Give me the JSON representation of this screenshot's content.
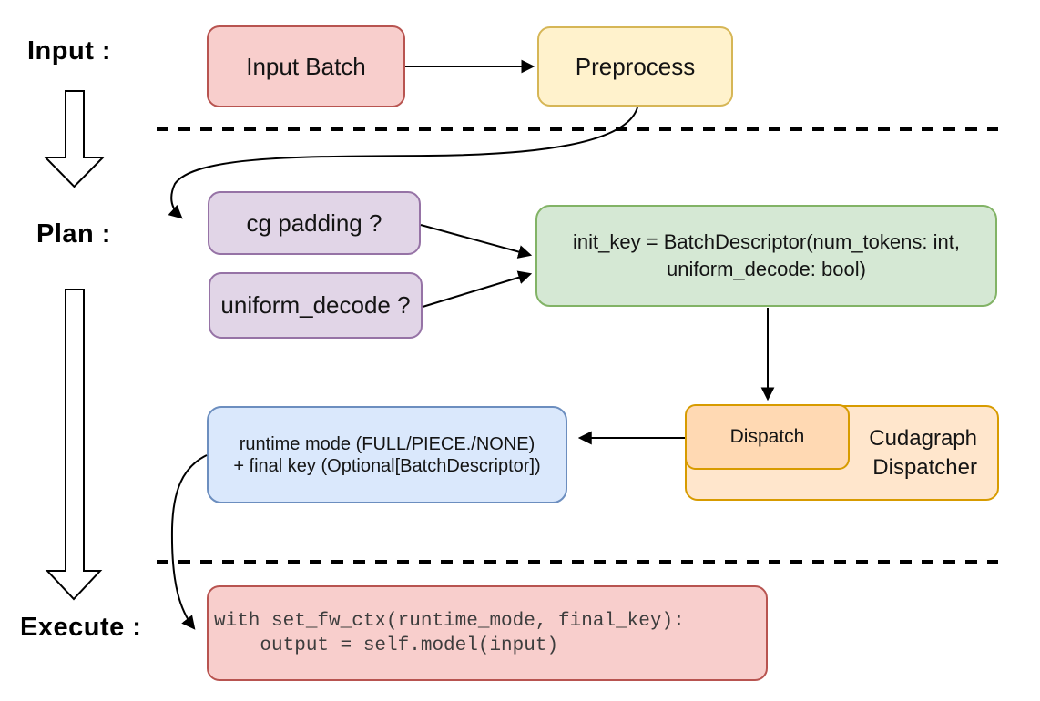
{
  "diagram": {
    "stages": {
      "input_label": "Input :",
      "plan_label": "Plan :",
      "execute_label": "Execute :"
    },
    "nodes": {
      "input_batch": {
        "label": "Input Batch",
        "fill": "#f8cecc",
        "border": "#b85450"
      },
      "preprocess": {
        "label": "Preprocess",
        "fill": "#fff2cc",
        "border": "#d6b656"
      },
      "cg_padding": {
        "label": "cg padding ?",
        "fill": "#e1d5e7",
        "border": "#9673a6"
      },
      "uniform_decode": {
        "label": "uniform_decode ?",
        "fill": "#e1d5e7",
        "border": "#9673a6"
      },
      "init_key": {
        "line1": "init_key = BatchDescriptor(num_tokens: int,",
        "line2": "uniform_decode: bool)",
        "fill": "#d5e8d4",
        "border": "#82b366"
      },
      "dispatch": {
        "label": "Dispatch",
        "fill": "#ffd9b3",
        "border": "#d79b00"
      },
      "cudagraph_dispatcher": {
        "line1": "Cudagraph",
        "line2": "Dispatcher",
        "fill": "#ffe6cc",
        "border": "#d79b00"
      },
      "runtime_result": {
        "line1": "runtime mode (FULL/PIECE./NONE)",
        "line2": "+ final key (Optional[BatchDescriptor])",
        "fill": "#dae8fc",
        "border": "#6c8ebf"
      },
      "execute_code": {
        "line1": "with set_fw_ctx(runtime_mode, final_key):",
        "line2": "    output = self.model(input)",
        "fill": "#f8cecc",
        "border": "#b85450"
      }
    }
  }
}
